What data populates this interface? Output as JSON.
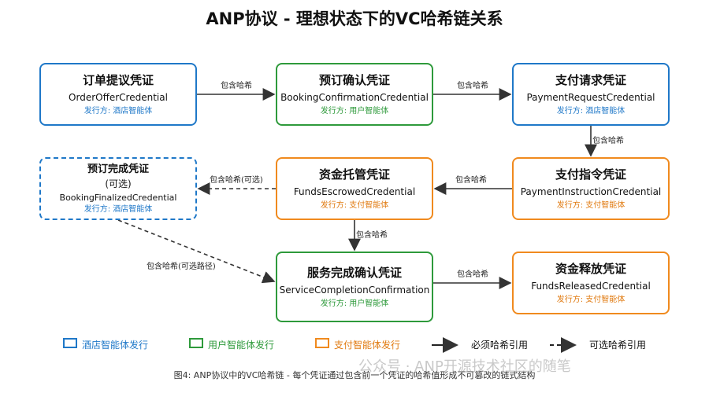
{
  "title": "ANP协议 - 理想状态下的VC哈希链关系",
  "nodes": {
    "order_offer": {
      "name": "订单提议凭证",
      "sub": "OrderOfferCredential",
      "issuer": "发行方: 酒店智能体"
    },
    "booking_confirmation": {
      "name": "预订确认凭证",
      "sub": "BookingConfirmationCredential",
      "issuer": "发行方: 用户智能体"
    },
    "payment_request": {
      "name": "支付请求凭证",
      "sub": "PaymentRequestCredential",
      "issuer": "发行方: 酒店智能体"
    },
    "booking_finalized": {
      "name": "预订完成凭证",
      "optional": "(可选)",
      "sub": "BookingFinalizedCredential",
      "issuer": "发行方: 酒店智能体"
    },
    "funds_escrowed": {
      "name": "资金托管凭证",
      "sub": "FundsEscrowedCredential",
      "issuer": "发行方: 支付智能体"
    },
    "payment_instruction": {
      "name": "支付指令凭证",
      "sub": "PaymentInstructionCredential",
      "issuer": "发行方: 支付智能体"
    },
    "service_completion": {
      "name": "服务完成确认凭证",
      "sub": "ServiceCompletionConfirmation",
      "issuer": "发行方: 用户智能体"
    },
    "funds_released": {
      "name": "资金释放凭证",
      "sub": "FundsReleasedCredential",
      "issuer": "发行方: 支付智能体"
    }
  },
  "edges": {
    "contains_hash": "包含哈希",
    "contains_hash_optional": "包含哈希(可选)",
    "contains_hash_optional_path": "包含哈希(可选路径)"
  },
  "legend": {
    "hotel": "酒店智能体发行",
    "user": "用户智能体发行",
    "payment": "支付智能体发行",
    "required": "必须哈希引用",
    "optional": "可选哈希引用"
  },
  "colors": {
    "hotel": "#1f78c8",
    "user": "#2e9a3b",
    "payment": "#f08a1e"
  },
  "caption": "图4: ANP协议中的VC哈希链 - 每个凭证通过包含前一个凭证的哈希值形成不可篡改的链式结构",
  "watermark": "公众号 · ANP开源技术社区的随笔"
}
